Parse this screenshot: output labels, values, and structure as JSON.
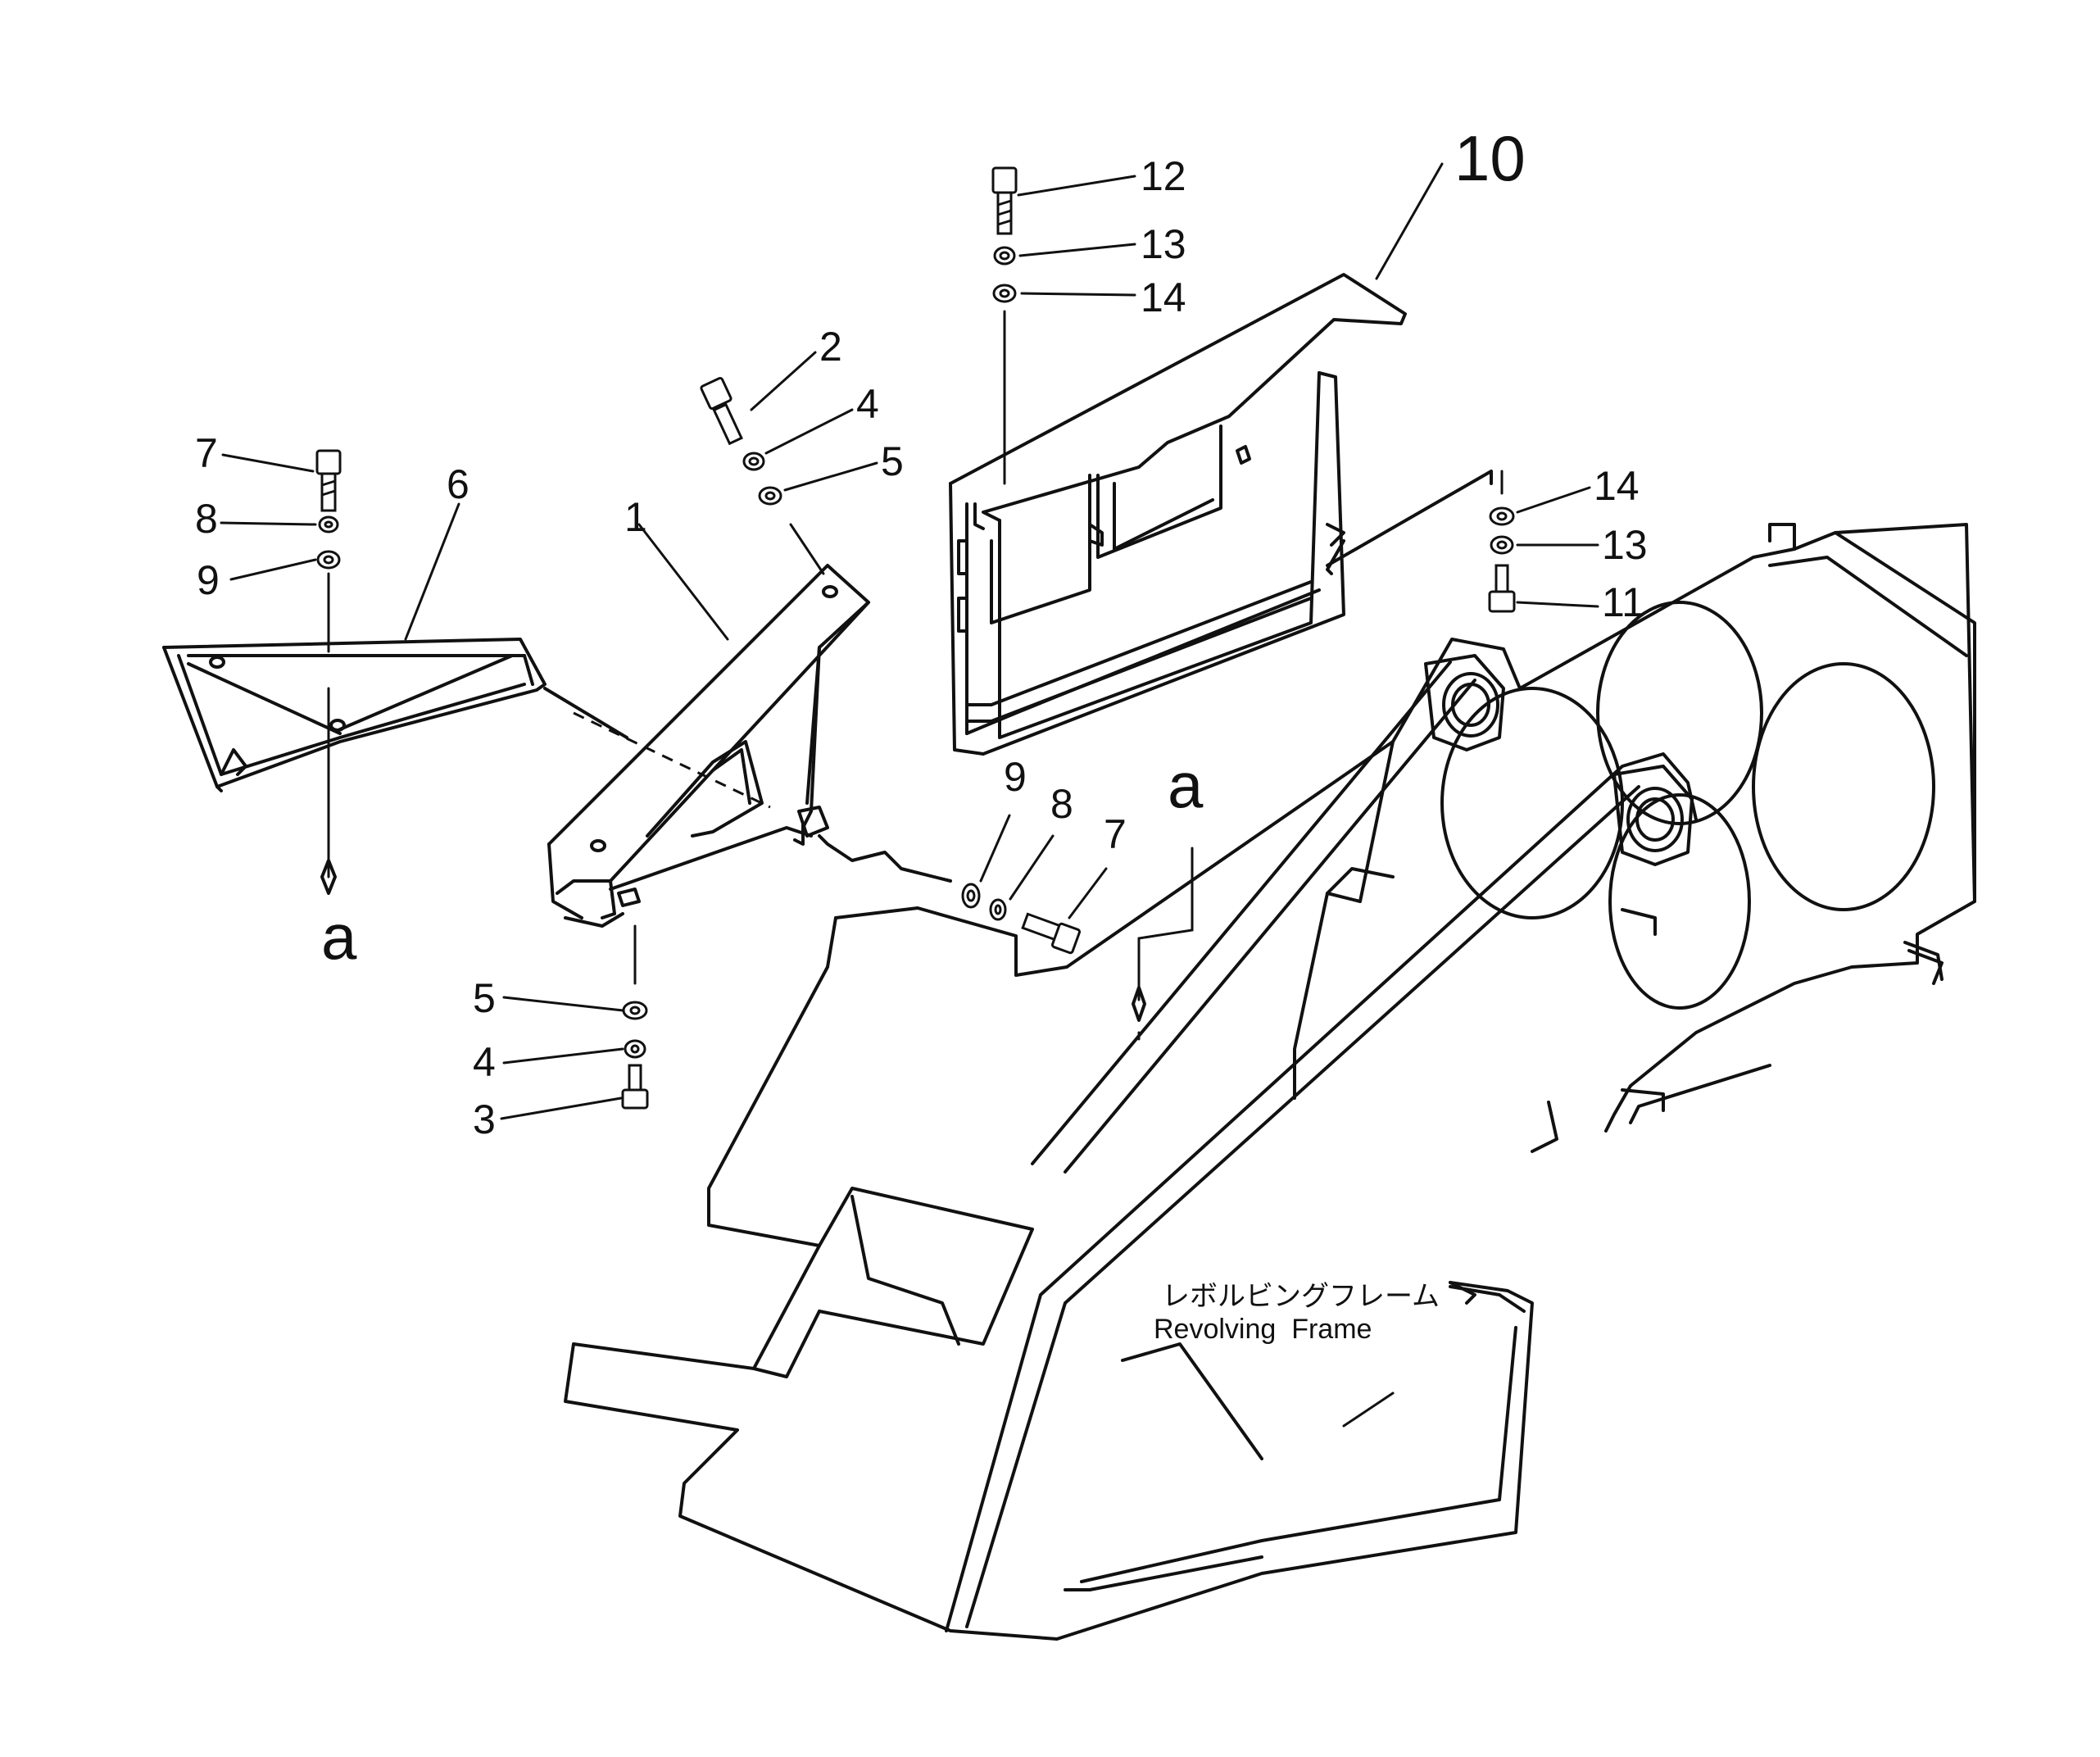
{
  "callouts": {
    "c1": "1",
    "c2": "2",
    "c3": "3",
    "c4_top": "4",
    "c4_bot": "4",
    "c5_top": "5",
    "c5_bot": "5",
    "c6": "6",
    "c7_left": "7",
    "c7_mid": "7",
    "c8_left": "8",
    "c8_mid": "8",
    "c9_left": "9",
    "c9_mid": "9",
    "c10": "10",
    "c11": "11",
    "c12": "12",
    "c13_top": "13",
    "c13_right": "13",
    "c14_top": "14",
    "c14_right": "14"
  },
  "refs": {
    "a_left": "a",
    "a_center": "a"
  },
  "frame_label": {
    "jp": "レボルビングフレーム",
    "en": "Revolving  Frame"
  }
}
